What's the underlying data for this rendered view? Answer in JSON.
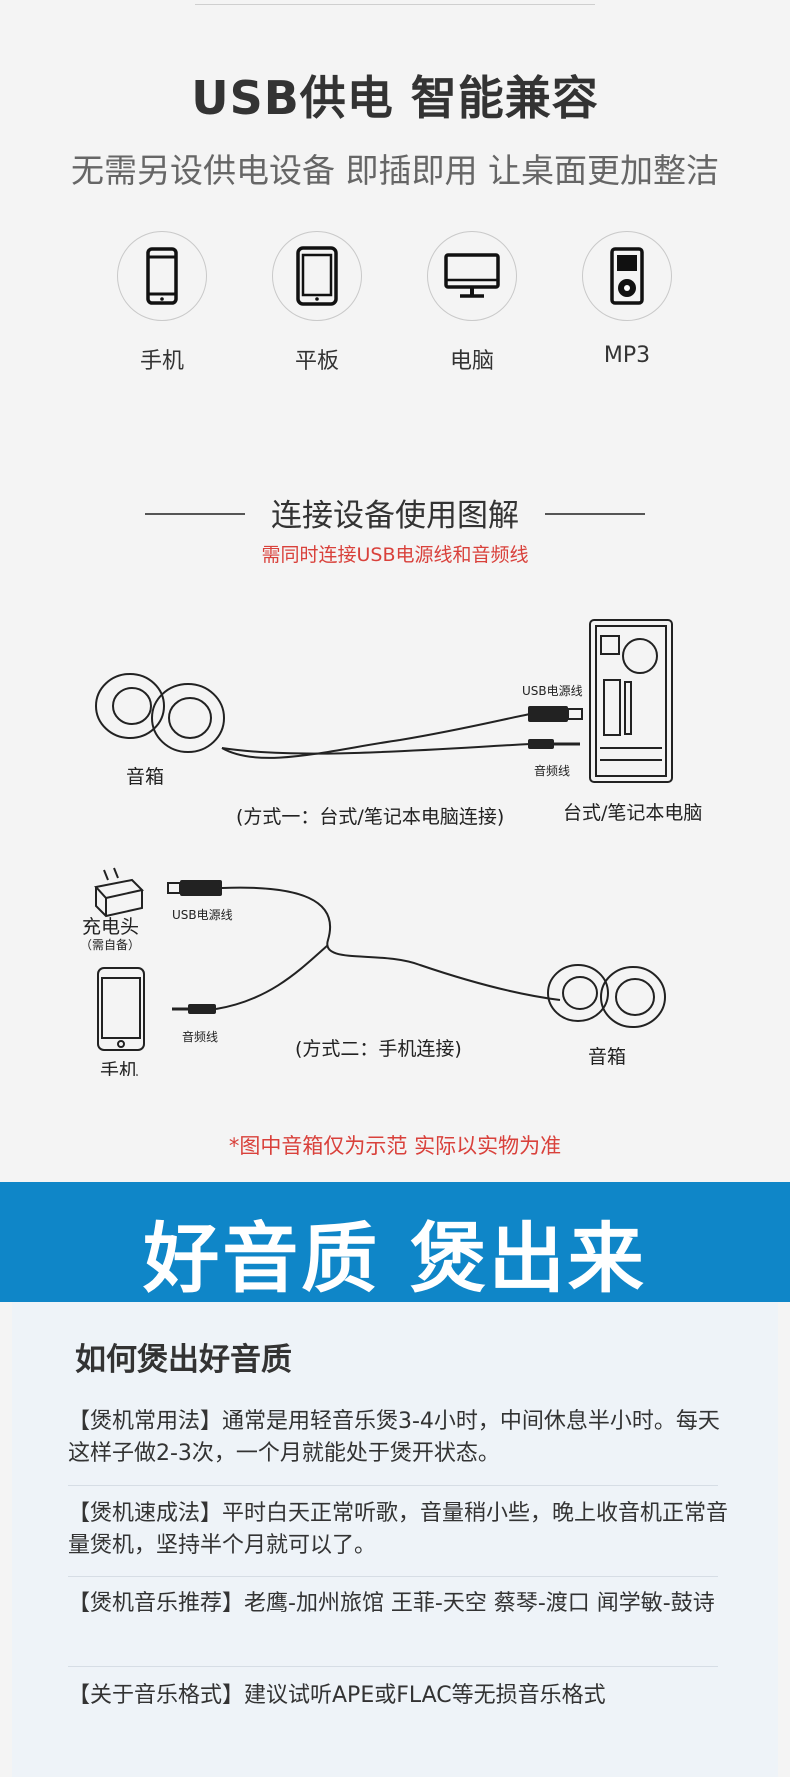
{
  "header": {
    "title": "USB供电 智能兼容",
    "subtitle": "无需另设供电设备 即插即用 让桌面更加整洁"
  },
  "devices": [
    {
      "label": "手机",
      "icon": "phone-icon"
    },
    {
      "label": "平板",
      "icon": "tablet-icon"
    },
    {
      "label": "电脑",
      "icon": "monitor-icon"
    },
    {
      "label": "MP3",
      "icon": "mp3-player-icon"
    }
  ],
  "connection": {
    "title": "连接设备使用图解",
    "note": "需同时连接USB电源线和音频线",
    "method1": {
      "speaker_label": "音箱",
      "usb_label": "USB电源线",
      "audio_label": "音频线",
      "computer_label": "台式/笔记本电脑",
      "caption": "(方式一：台式/笔记本电脑连接)"
    },
    "method2": {
      "charger_label": "充电头",
      "charger_note": "（需自备）",
      "phone_label": "手机",
      "usb_label": "USB电源线",
      "audio_label": "音频线",
      "speaker_label": "音箱",
      "caption": "(方式二：手机连接)"
    },
    "disclaimer": "*图中音箱仅为示范 实际以实物为准"
  },
  "banner": {
    "text": "好音质 煲出来",
    "color": "#0f86c8"
  },
  "tips": {
    "title": "如何煲出好音质",
    "items": [
      "【煲机常用法】通常是用轻音乐煲3-4小时，中间休息半小时。每天这样子做2-3次，一个月就能处于煲开状态。",
      "【煲机速成法】平时白天正常听歌，音量稍小些，晚上收音机正常音量煲机，坚持半个月就可以了。",
      "【煲机音乐推荐】老鹰-加州旅馆  王菲-天空  蔡琴-渡口  闻学敏-鼓诗",
      "【关于音乐格式】建议试听APE或FLAC等无损音乐格式"
    ]
  }
}
